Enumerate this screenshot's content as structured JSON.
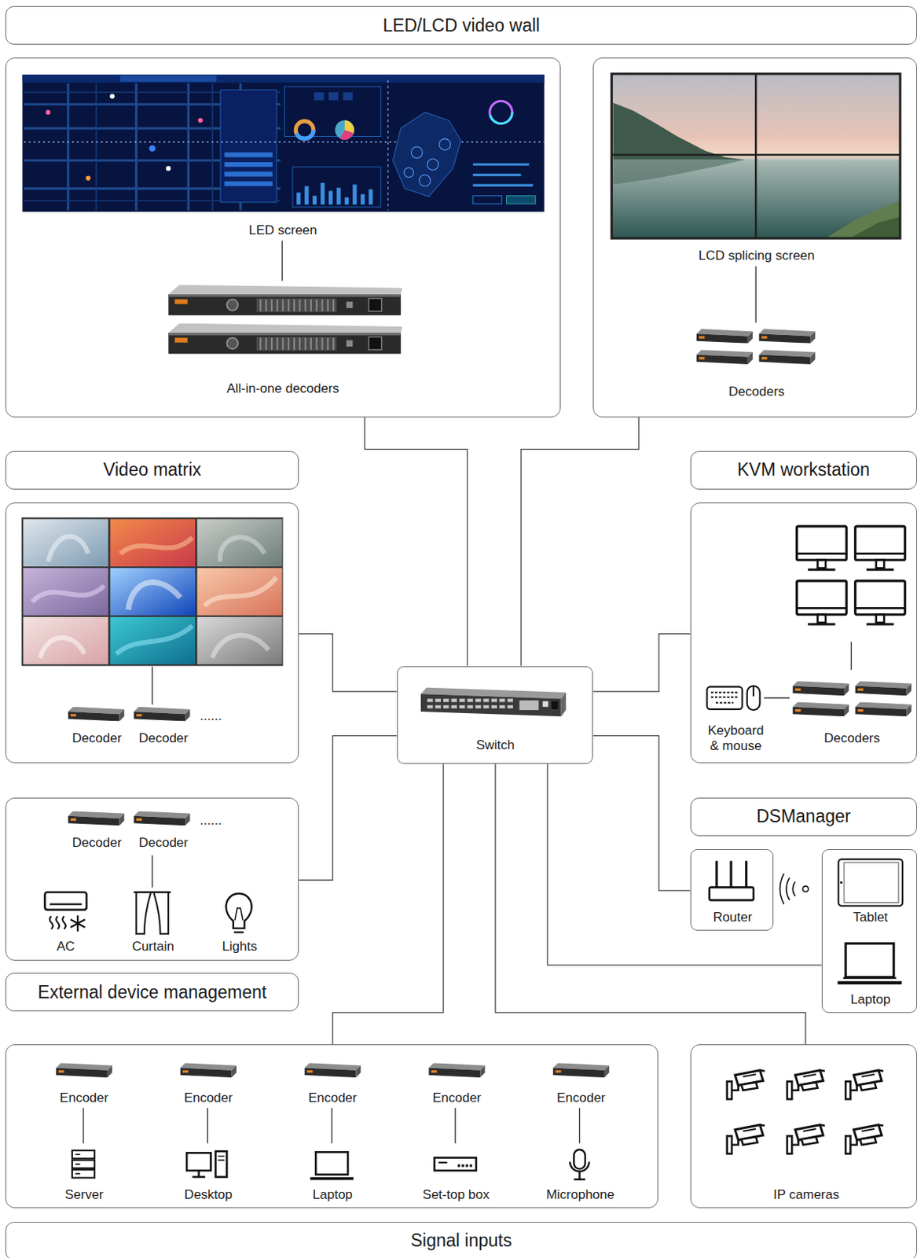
{
  "diagram": {
    "nodes": [
      {
        "text": [
          "LED/LCD video wall"
        ]
      },
      {
        "text": [
          "LED screen",
          "All-in-one decoders"
        ]
      },
      {
        "text": [
          "LCD splicing screen",
          "Decoders"
        ]
      },
      {
        "text": [
          "Video matrix"
        ]
      },
      {
        "text": [
          "KVM workstation"
        ]
      },
      {
        "text": [
          "Decoder",
          "Decoder",
          "......"
        ]
      },
      {
        "text": [
          "Switch"
        ]
      },
      {
        "text": [
          "Keyboard & mouse",
          "Decoders"
        ]
      },
      {
        "text": [
          "DSManager"
        ]
      },
      {
        "text": [
          "Decoder",
          "Decoder",
          "......",
          "AC",
          "Curtain",
          "Lights"
        ]
      },
      {
        "text": [
          "Router"
        ]
      },
      {
        "text": [
          "Tablet",
          "Laptop"
        ]
      },
      {
        "text": [
          "External device management"
        ]
      },
      {
        "text": [
          "Encoder",
          "Encoder",
          "Encoder",
          "Encoder",
          "Encoder",
          "Server",
          "Desktop",
          "Laptop",
          "Set-top box",
          "Microphone"
        ]
      },
      {
        "text": [
          "IP cameras"
        ]
      },
      {
        "text": [
          "Signal inputs"
        ]
      }
    ],
    "edges": [
      {
        "from": 1,
        "to": 6,
        "arrow": "none"
      },
      {
        "from": 2,
        "to": 6,
        "arrow": "none"
      },
      {
        "from": 5,
        "to": 6,
        "arrow": "none"
      },
      {
        "from": 7,
        "to": 6,
        "arrow": "none"
      },
      {
        "from": 9,
        "to": 6,
        "arrow": "none"
      },
      {
        "from": 10,
        "to": 6,
        "arrow": "none"
      },
      {
        "from": 11,
        "to": 6,
        "arrow": "none"
      },
      {
        "from": 13,
        "to": 6,
        "arrow": "none"
      },
      {
        "from": 14,
        "to": 6,
        "arrow": "none"
      }
    ]
  }
}
